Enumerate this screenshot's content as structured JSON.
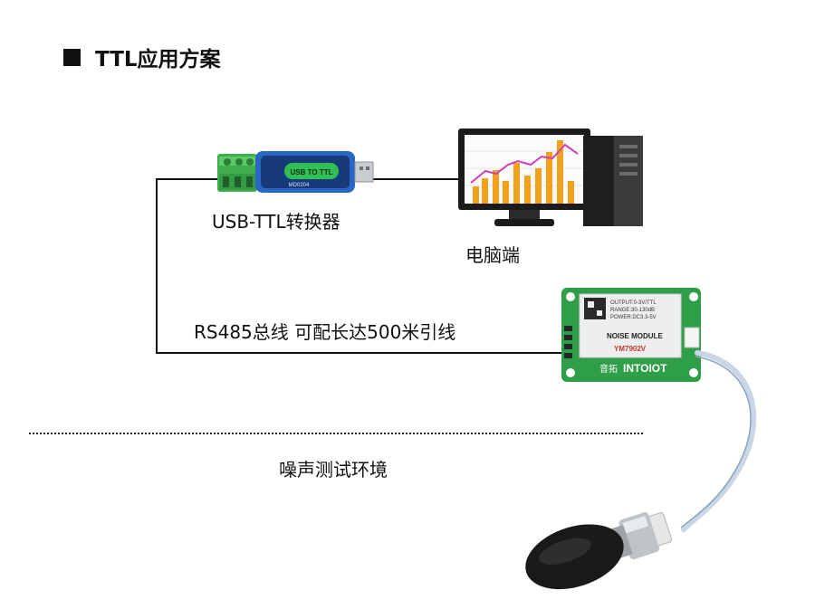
{
  "title": "TTL应用方案",
  "labels": {
    "usb_ttl": "USB-TTL转换器",
    "computer": "电脑端",
    "bus": "RS485总线 可配长达500米引线",
    "environment": "噪声测试环境"
  },
  "usb_device": {
    "main_label": "USB TO TTL",
    "model": "MD0204"
  },
  "module": {
    "brand": "INTOIOT",
    "brand_cn": "音拓",
    "model": "YM7902V",
    "name": "NOISE MODULE",
    "output": "OUTPUT:0-3V/TTL",
    "range": "RANGE:30-130dB",
    "power": "POWER:DC3.3-5V"
  },
  "colors": {
    "usb_body": "#2a67c4",
    "terminal_green": "#3fae4d",
    "pcb_green": "#2f9e48",
    "bar_orange": "#f0a21e",
    "line_magenta": "#d13fb6"
  }
}
